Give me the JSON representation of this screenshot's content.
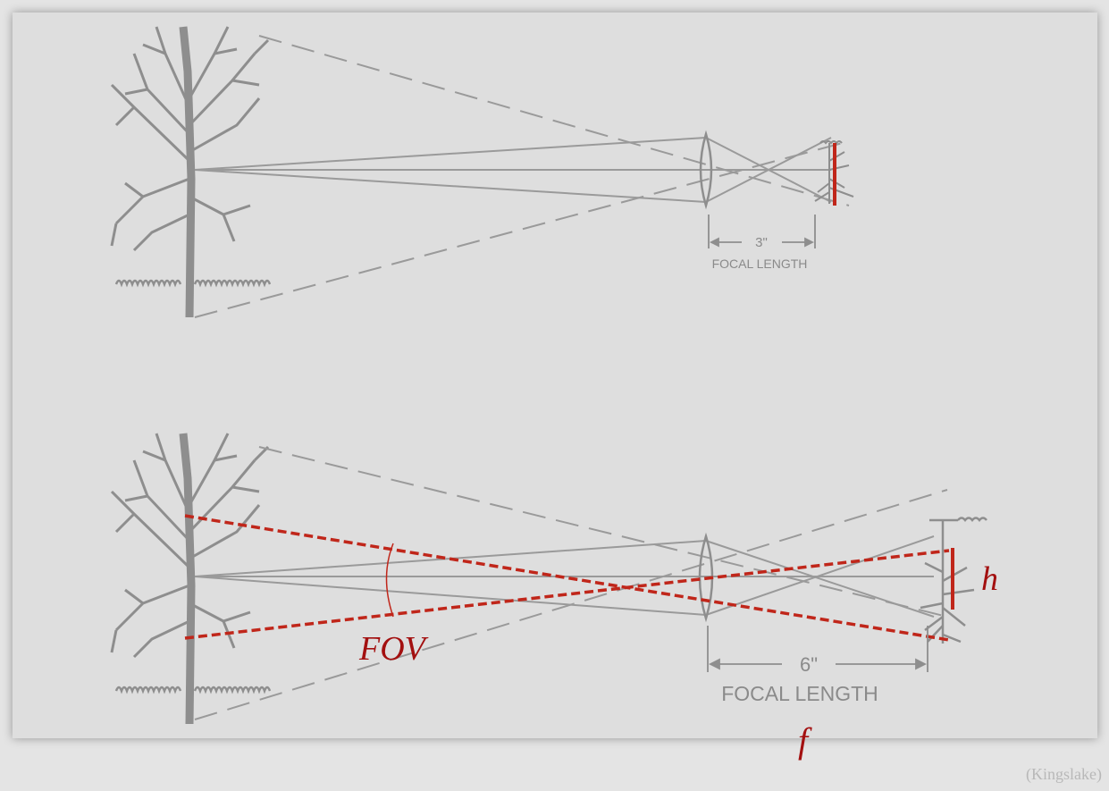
{
  "top_diagram": {
    "dimension_label": "3\"",
    "caption": "FOCAL LENGTH"
  },
  "bottom_diagram": {
    "dimension_label": "6\"",
    "caption": "FOCAL LENGTH",
    "fov_label": "FOV",
    "image_height_label": "h",
    "focal_length_symbol": "f"
  },
  "credit": "(Kingslake)",
  "colors": {
    "background": "#e4e4e4",
    "panel": "#dedede",
    "line_art": "#8e8e8e",
    "annotation_red": "#c0261a",
    "label_red": "#a31010"
  }
}
